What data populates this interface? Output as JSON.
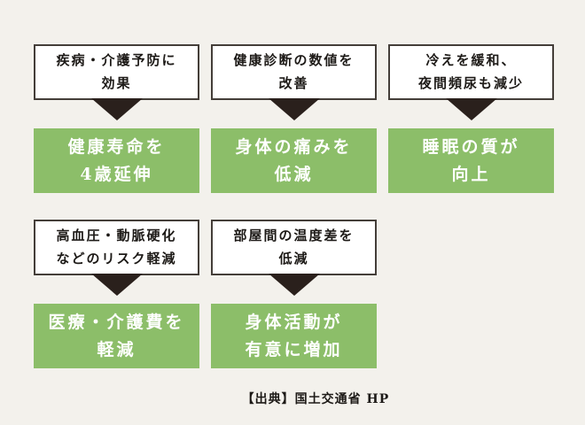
{
  "page": {
    "background_color": "#f3f1ec",
    "source_caption": "【出典】国土交通省 HP"
  },
  "colors": {
    "effect_green": "#8cbe69",
    "arrow_dark": "#2a201c",
    "cause_border": "#443e39",
    "text_dark": "#1d1a17",
    "text_light": "#ffffff"
  },
  "diagram": {
    "rows": [
      {
        "items": [
          {
            "cause": "疾病・介護予防に\n効果",
            "effect": "健康寿命を\n4歳延伸"
          },
          {
            "cause": "健康診断の数値を\n改善",
            "effect": "身体の痛みを\n低減"
          },
          {
            "cause": "冷えを緩和、\n夜間頻尿も減少",
            "effect": "睡眠の質が\n向上"
          }
        ]
      },
      {
        "items": [
          {
            "cause": "高血圧・動脈硬化\nなどのリスク軽減",
            "effect": "医療・介護費を\n軽減"
          },
          {
            "cause": "部屋間の温度差を\n低減",
            "effect": "身体活動が\n有意に増加"
          }
        ]
      }
    ]
  }
}
